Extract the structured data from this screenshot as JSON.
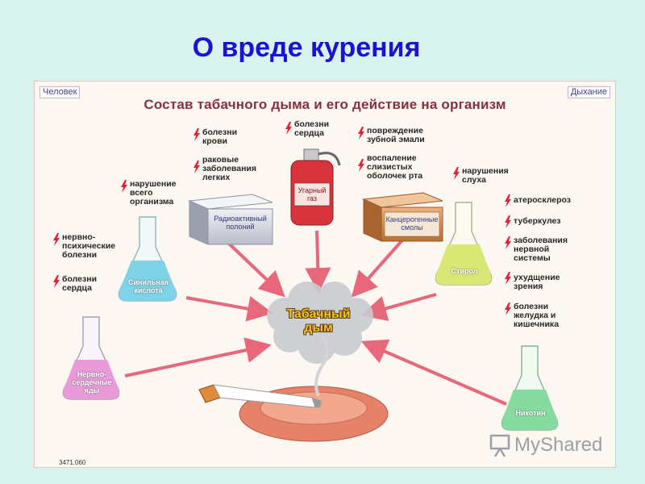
{
  "slide": {
    "title": "О вреде курения"
  },
  "poster": {
    "title": "Состав табачного дыма и его действие на организм",
    "tag_left": "Человек",
    "tag_right": "Дыхание",
    "code": "3471.060",
    "center_label": "Табачный\nдым"
  },
  "sources": {
    "radioactive": "Радиоактивный\nполоний",
    "co": "Угарный\nгаз",
    "carcinogens": "Канцерогенные\nсмолы",
    "hcn": "Синильная\nкислота",
    "nerve": "Нервно-\nсердечные\nяды",
    "styrene": "Стирол",
    "nicotine": "Никотин"
  },
  "effects": {
    "blood": "болезни\nкрови",
    "lungs": "раковые\nзаболевания\nлегких",
    "heart_top": "болезни\nсердца",
    "teeth": "повреждение\nзубной эмали",
    "mouth": "воспаление\nслизистых\nоболочек рта",
    "hearing": "нарушения\nслуха",
    "body": "нарушение\nвсего\nорганизма",
    "psych": "нервно-\nпсихические\nболезни",
    "heart_left": "болезни\nсердца",
    "athero": "атеросклероз",
    "tb": "туберкулез",
    "nervous": "заболевания\nнервной\nсистемы",
    "vision": "ухудщение\nзрения",
    "stomach": "болезни\nжелудка и\nкишечника"
  },
  "watermark": {
    "text": "MyShared"
  },
  "colors": {
    "title": "#1a12d6",
    "poster_title": "#8a2e3d",
    "arrow": "#e8677a",
    "bolt": "#e0243a",
    "smoke_label": "#f3c21a"
  }
}
